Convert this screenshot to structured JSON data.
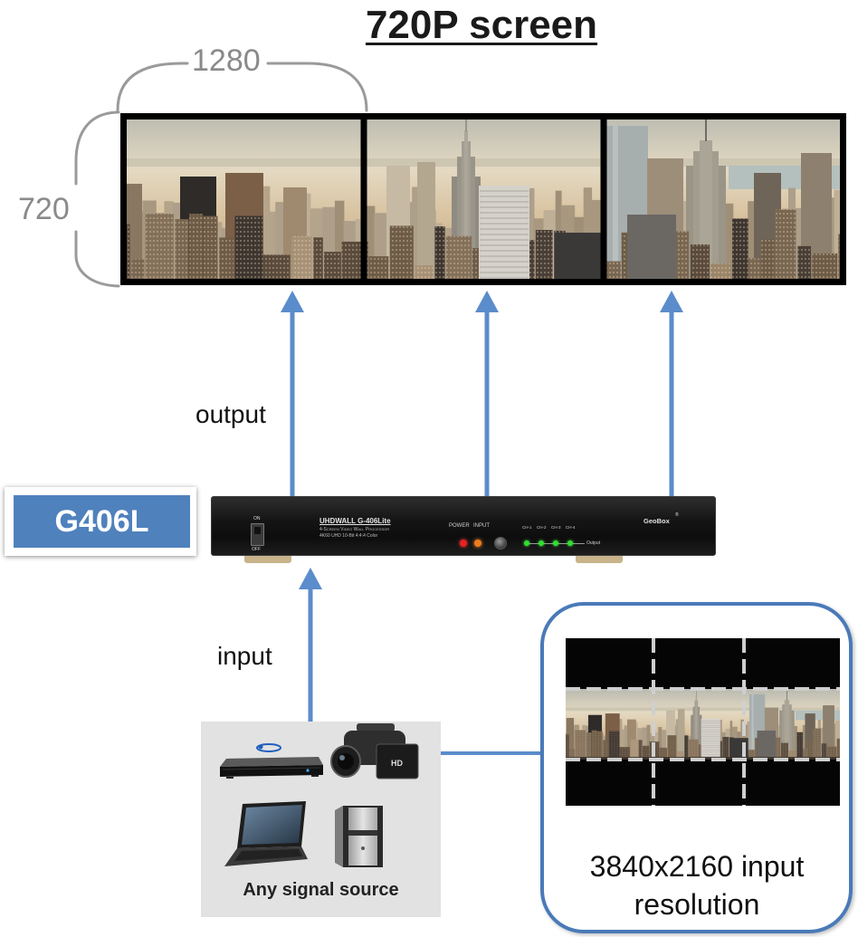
{
  "title": "720P screen",
  "video_wall": {
    "width_label": "1280",
    "height_label": "720"
  },
  "labels": {
    "output": "output",
    "input": "input"
  },
  "device": {
    "badge": "G406L",
    "model": "UHDWALL G-406Lite",
    "description": "4-Screen Video Wall Processor",
    "spec": "4K60 UHD 10-Bit 4:4:4 Color",
    "switch_on": "ON",
    "switch_off": "OFF",
    "power_label": "POWER",
    "input_label": "INPUT",
    "channels": [
      "CH-1",
      "CH-2",
      "CH-3",
      "CH-4"
    ],
    "output_label": "Output",
    "brand": "GeoBox",
    "brand_mark": "®"
  },
  "source": {
    "caption": "Any signal source",
    "icons": [
      "blu-ray-player-icon",
      "camcorder-icon",
      "laptop-icon",
      "desktop-tower-icon"
    ],
    "camcorder_badge": "HD"
  },
  "input_preview": {
    "caption": "3840x2160 input resolution"
  },
  "colors": {
    "arrow": "#5b8ccb",
    "badge": "#4f81bd",
    "frame_border": "#4a7ab8",
    "bracket": "#9a9a9a",
    "source_background": "#e2e2e2"
  }
}
